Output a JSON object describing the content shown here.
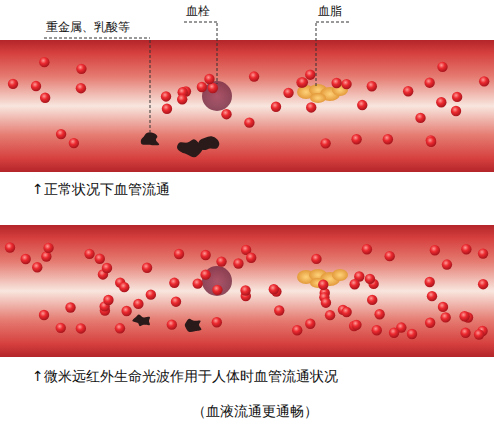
{
  "diagram": {
    "labels": [
      "重金属、乳酸等",
      "血栓",
      "血脂",
      "↑正常状况下血管流通",
      "↑微米远红外生命光波作用于人体时血管流通状况",
      "（血液流通更通畅）"
    ]
  }
}
